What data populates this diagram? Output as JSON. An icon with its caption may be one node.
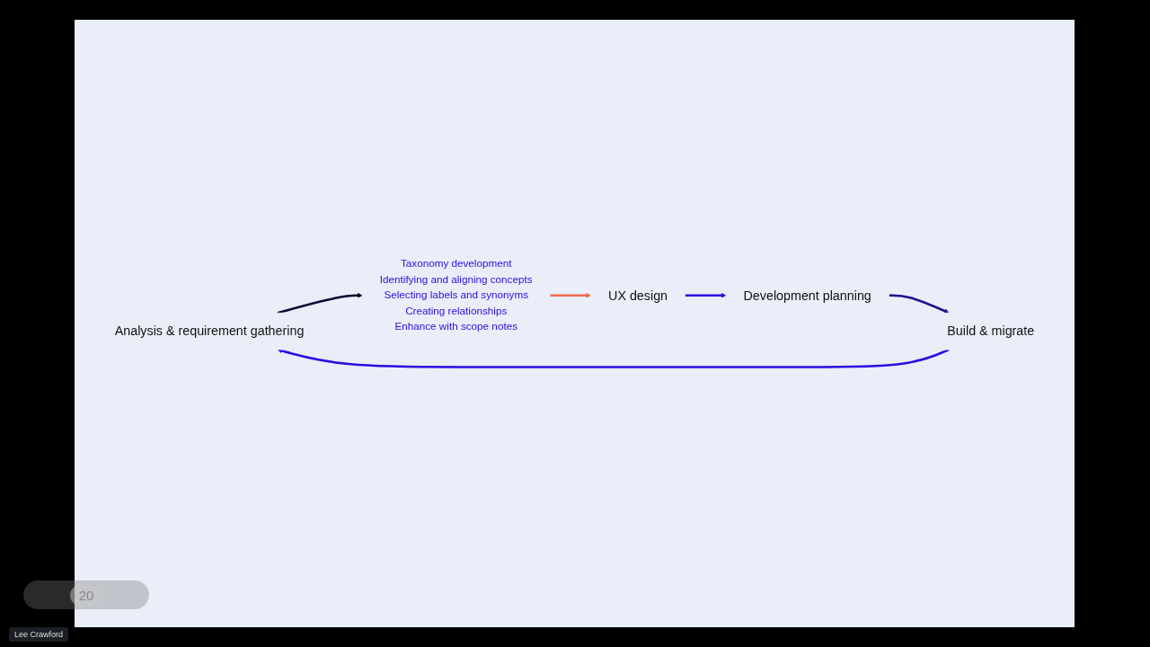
{
  "diagram": {
    "nodes": [
      {
        "text": [
          "Analysis & requirement gathering"
        ]
      },
      {
        "text": [
          "Taxonomy development",
          "Identifying and aligning concepts",
          "Selecting labels and synonyms",
          "Creating relationships",
          "Enhance with scope notes"
        ]
      },
      {
        "text": [
          "UX design"
        ]
      },
      {
        "text": [
          "Development planning"
        ]
      },
      {
        "text": [
          "Build & migrate"
        ]
      }
    ],
    "edges": [
      {
        "from": 0,
        "to": 1,
        "arrow": "to",
        "color": "#0a0833"
      },
      {
        "from": 1,
        "to": 2,
        "arrow": "to",
        "color": "#ef6a50"
      },
      {
        "from": 2,
        "to": 3,
        "arrow": "to",
        "color": "#2a0de0"
      },
      {
        "from": 3,
        "to": 4,
        "arrow": "to",
        "color": "#22108f"
      },
      {
        "from": 4,
        "to": 0,
        "arrow": "to",
        "color": "#2a0de0"
      }
    ],
    "labels": [
      "20",
      "Lee Crawford"
    ]
  }
}
